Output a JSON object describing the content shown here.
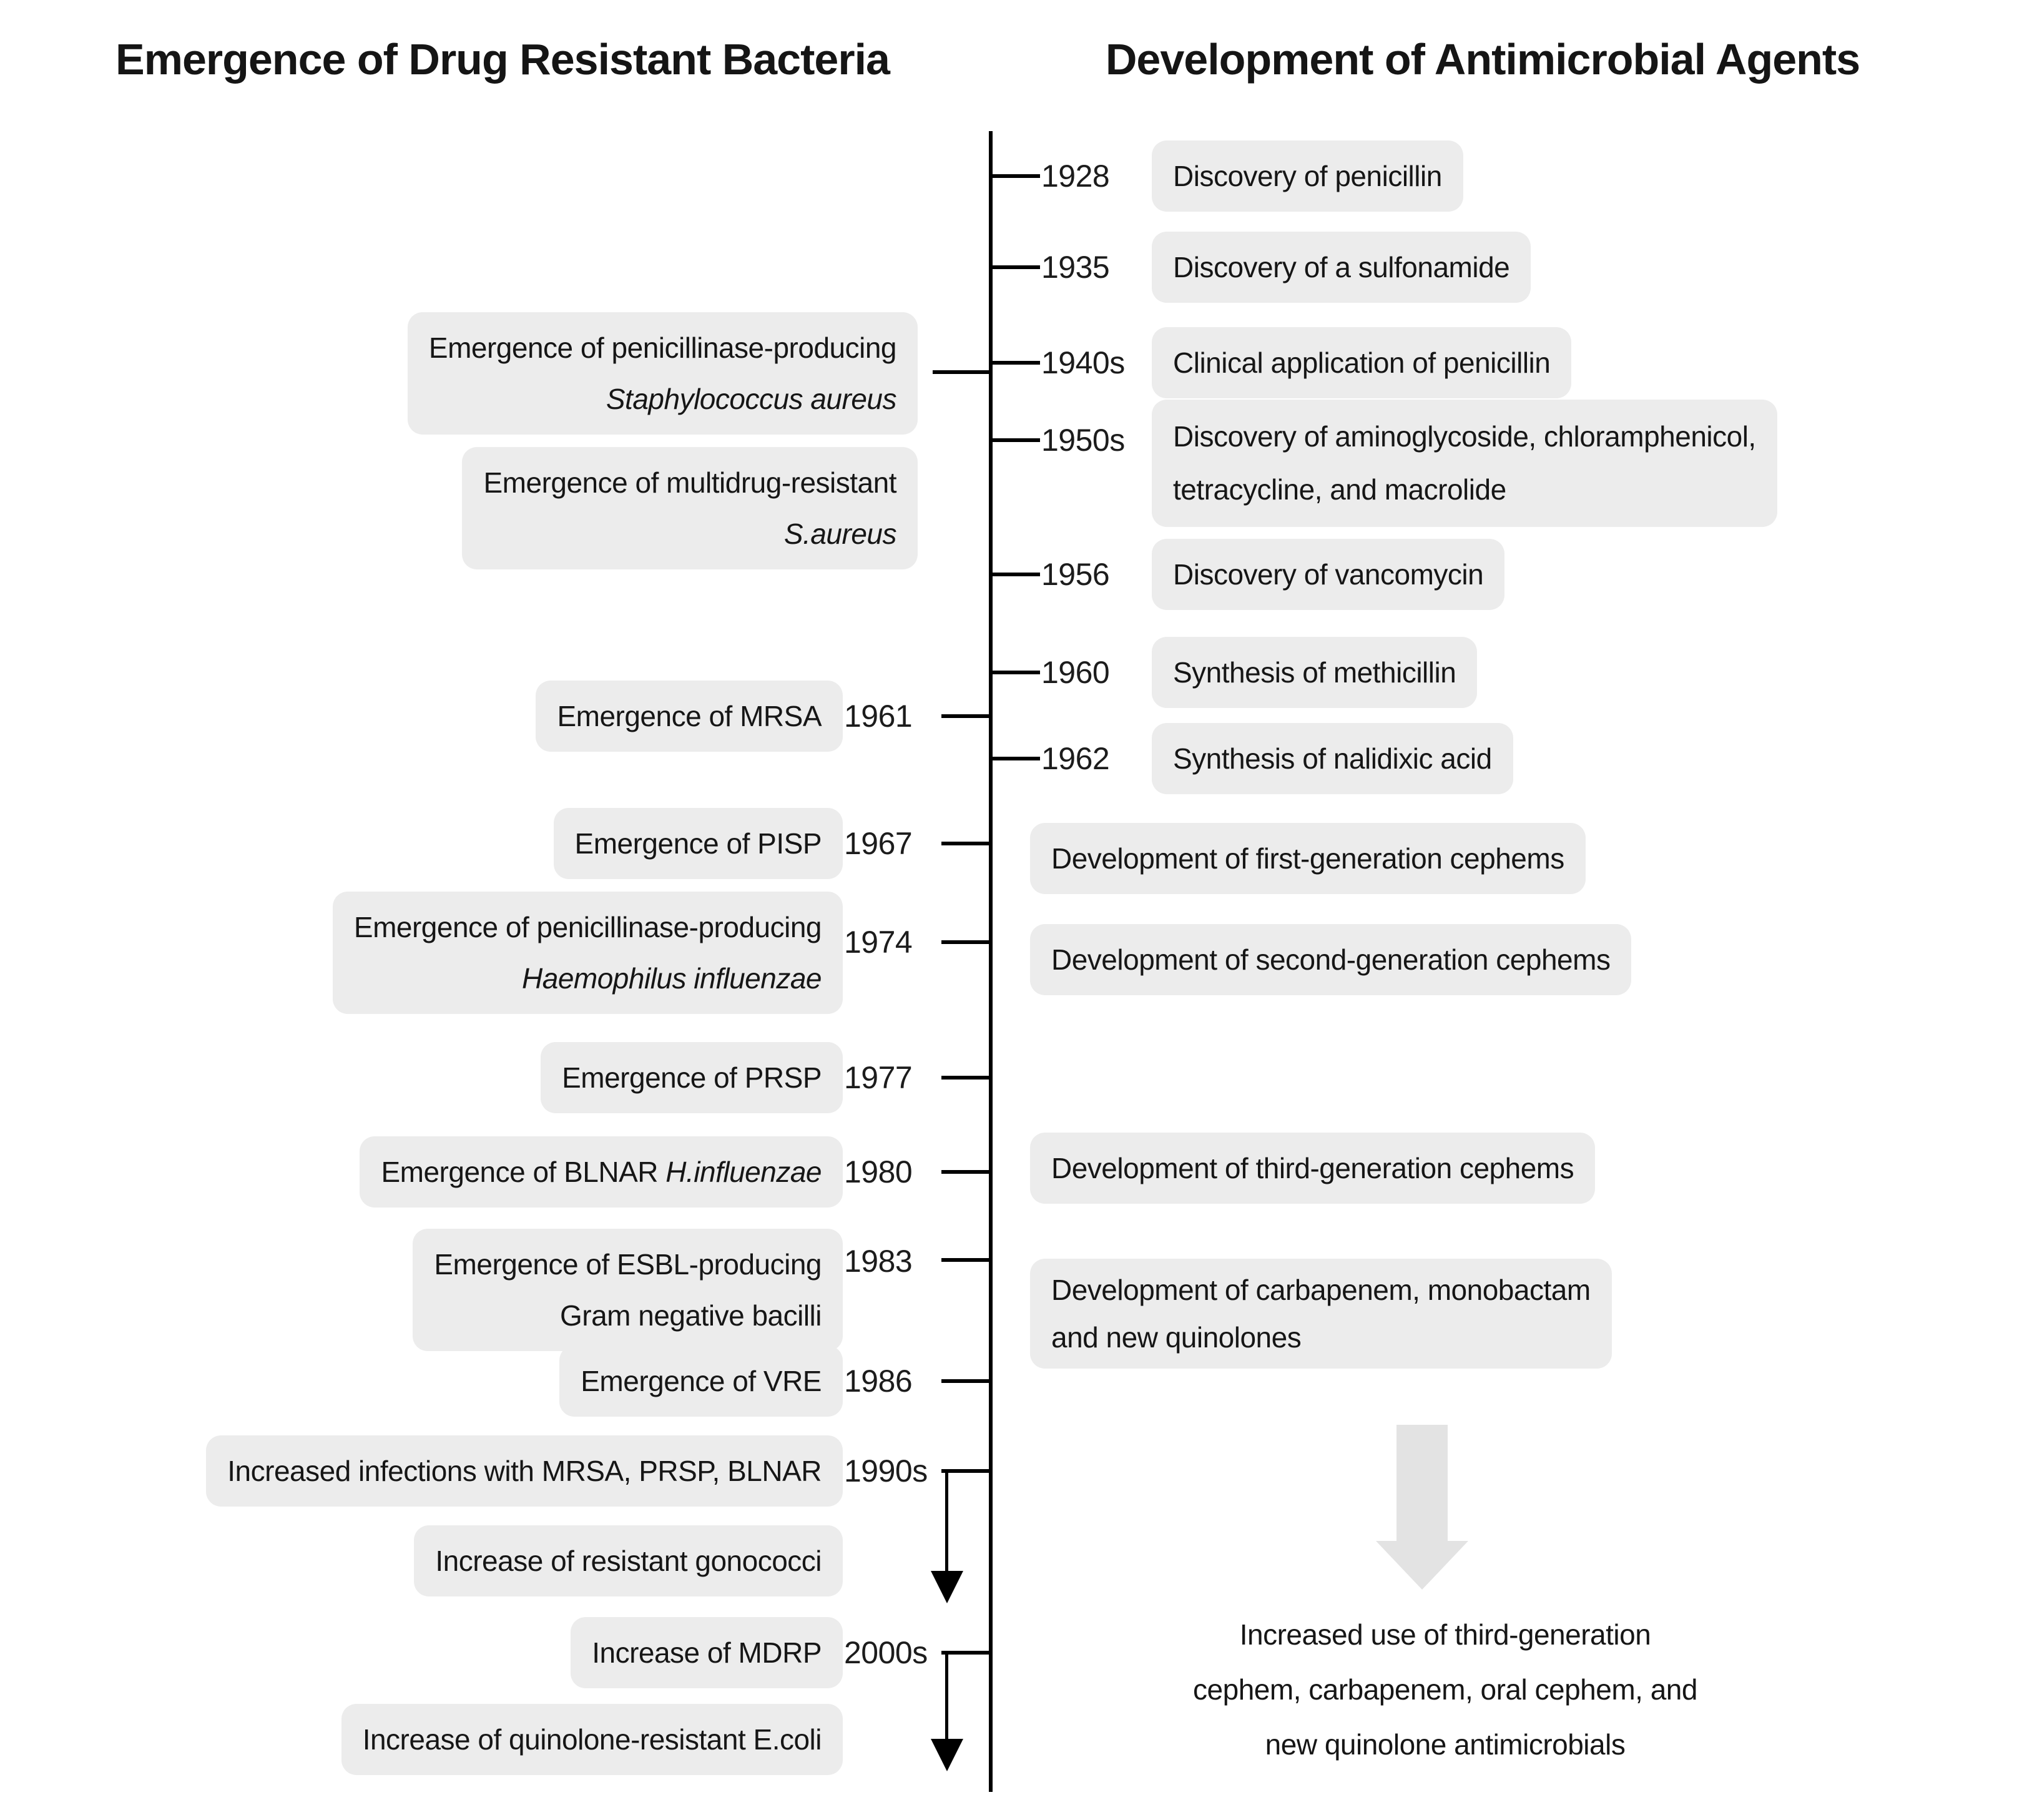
{
  "headers": {
    "left": "Emergence of Drug Resistant Bacteria",
    "right": "Development of Antimicrobial Agents"
  },
  "left_events": [
    {
      "year": "",
      "text": "Emergence of penicillinase-producing",
      "italic_text": "Staphylococcus aureus"
    },
    {
      "year": "",
      "text": "Emergence of multidrug-resistant",
      "italic_text": "S.aureus"
    },
    {
      "year": "1961",
      "text": "Emergence of MRSA"
    },
    {
      "year": "1967",
      "text": "Emergence of PISP"
    },
    {
      "year": "1974",
      "text": "Emergence of penicillinase-producing",
      "italic_text": "Haemophilus influenzae"
    },
    {
      "year": "1977",
      "text": "Emergence of PRSP"
    },
    {
      "year": "1980",
      "text": "Emergence of BLNAR ",
      "italic_inline": "H.influenzae"
    },
    {
      "year": "1983",
      "text": "Emergence of ESBL-producing\nGram negative bacilli"
    },
    {
      "year": "1986",
      "text": "Emergence of VRE"
    },
    {
      "year": "1990s",
      "text": "Increased infections with MRSA, PRSP, BLNAR"
    },
    {
      "year": "",
      "text": "Increase of resistant gonococci"
    },
    {
      "year": "2000s",
      "text": "Increase of MDRP"
    },
    {
      "year": "",
      "text": "Increase of quinolone-resistant E.coli"
    }
  ],
  "right_events": [
    {
      "year": "1928",
      "text": "Discovery of penicillin"
    },
    {
      "year": "1935",
      "text": "Discovery of a sulfonamide"
    },
    {
      "year": "1940s",
      "text": "Clinical application of penicillin"
    },
    {
      "year": "1950s",
      "text": "Discovery of aminoglycoside, chloramphenicol,\ntetracycline, and macrolide"
    },
    {
      "year": "1956",
      "text": "Discovery of vancomycin"
    },
    {
      "year": "1960",
      "text": "Synthesis of methicillin"
    },
    {
      "year": "1962",
      "text": "Synthesis of nalidixic acid"
    },
    {
      "year": "",
      "text": "Development of first-generation cephems"
    },
    {
      "year": "",
      "text": "Development of second-generation cephems"
    },
    {
      "year": "",
      "text": "Development of third-generation cephems"
    },
    {
      "year": "",
      "text": "Development of carbapenem, monobactam\nand new quinolones"
    }
  ],
  "bottom_note": "Increased use of third-generation\ncephem, carbapenem, oral cephem, and\nnew quinolone antimicrobials",
  "colors": {
    "box_bg": "#ececec",
    "gray_arrow": "#e3e3e3",
    "line": "#000000",
    "text": "#161616"
  }
}
